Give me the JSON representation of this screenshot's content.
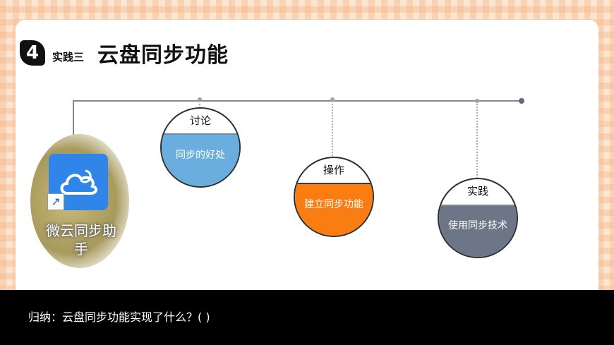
{
  "title": {
    "number": "4",
    "practice_label": "实践三",
    "main": "云盘同步功能"
  },
  "app": {
    "name": "微云同步助手"
  },
  "nodes": [
    {
      "top": "讨论",
      "bottom": "同步的好处",
      "color": "#6aaee0"
    },
    {
      "top": "操作",
      "bottom": "建立同步功能",
      "color": "#fa7d12"
    },
    {
      "top": "实践",
      "bottom": "使用同步技术",
      "color": "#6d7686"
    }
  ],
  "footer": {
    "question": "归纳：云盘同步功能实现了什么？(                 )"
  }
}
